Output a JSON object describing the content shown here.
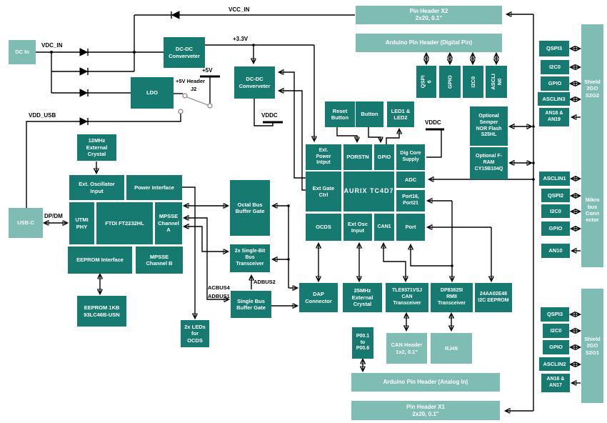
{
  "colors": {
    "block_dark": "#177a70",
    "block_light": "#7fbcb4",
    "wire": "#000000",
    "switch_gray": "#a5a5a5",
    "text_on_block": "#ffffff",
    "net_label": "#000000"
  },
  "net_labels": {
    "vcc_in": "VCC_IN",
    "vdc_in": "VDC_IN",
    "vdd_usb": "VDD_USB",
    "p5v": "+5V",
    "p5v_header": "+5V Header",
    "j2": "J2",
    "p3v3": "+3.3V",
    "vddc1": "VDDC",
    "vddc2": "VDDC",
    "dp_dm": "DP/DM",
    "acbus4": "ACBUS4",
    "adbus1": "ADBUS1",
    "adbus2": "ADBUS2"
  },
  "blocks": {
    "dc_in": {
      "label": "DC In"
    },
    "usb_c": {
      "label": "USB-C"
    },
    "pin_header_x2": {
      "label": "Pin Header X2\n2x20, 0.1\""
    },
    "arduino_digital": {
      "label": "Arduino Pin Header (Digital Pin)"
    },
    "shield_s2g2": {
      "label": "Shield\n2GO\nS2G2"
    },
    "mikrobus": {
      "label": "Mikro\nbus\nConn\nector"
    },
    "shield_s2g1": {
      "label": "Shield\n2GO\nS2G1"
    },
    "can_header": {
      "label": "CAN Header\n1x2, 0.1\""
    },
    "rj45": {
      "label": "RJ45"
    },
    "arduino_analog": {
      "label": "Arduino Pin Header (Analog In)"
    },
    "pin_header_x1": {
      "label": "Pin Header X1\n2x20, 0.1\""
    },
    "dcdc1": {
      "label": "DC-DC\nConverveter"
    },
    "ldo": {
      "label": "LDO"
    },
    "dcdc2": {
      "label": "DC-DC\nConverveter"
    },
    "crystal12": {
      "label": "12MHz\nExternal\nCrystal"
    },
    "ext_oscillator_input": {
      "label": "Ext. Oscillator\nInput"
    },
    "power_interface": {
      "label": "Power Interface"
    },
    "utmi_phy": {
      "label": "UTMI\nPHY"
    },
    "ftdi": {
      "label": "FTDI FT2232HL"
    },
    "mpsse_a": {
      "label": "MPSSE\nChannel\nA"
    },
    "eeprom_interface": {
      "label": "EEPROM Interface"
    },
    "mpsse_b": {
      "label": "MPSSE\nChannel B"
    },
    "eeprom_1kb": {
      "label": "EEPROM 1KB\n93LC46B-USN"
    },
    "leds_ocds": {
      "label": "2x LEDs\nfor\nOCDS"
    },
    "octal_bus": {
      "label": "Octal Bus\nBuffer Gate"
    },
    "sb_transceiver": {
      "label": "2x Single-Bit\nBus\nTransceiver"
    },
    "single_bus": {
      "label": "Single Bus\nBuffer Gate"
    },
    "ext_power": {
      "label": "Ext.\nPower\nIntput"
    },
    "porstn": {
      "label": "PORSTN"
    },
    "gpio_top": {
      "label": "GPIO"
    },
    "dig_core": {
      "label": "Dig Core\nSupply"
    },
    "ext_gate": {
      "label": "Ext Gate\nCtrl"
    },
    "aurix": {
      "label": "AURIX  TC4D7"
    },
    "adc": {
      "label": "ADC"
    },
    "port16": {
      "label": "Port16,\nPort21"
    },
    "ocds": {
      "label": "OCDS"
    },
    "ext_osc_input": {
      "label": "Ext Osc\nInput"
    },
    "can1": {
      "label": "CAN1"
    },
    "port": {
      "label": "Port"
    },
    "reset_button": {
      "label": "Reset\nButton"
    },
    "button": {
      "label": "Button"
    },
    "led12": {
      "label": "LED1 &\nLED2"
    },
    "semper": {
      "label": "Optional\nSemper\nNOR Flash\nS25HL"
    },
    "fram": {
      "label": "Optional F-\nRAM\nCY15B104Q"
    },
    "qspi6": {
      "label": "QSPI\n6"
    },
    "gpio_hdr": {
      "label": "GPIO"
    },
    "i2c0_hdr": {
      "label": "I2C0"
    },
    "asclin0": {
      "label": "ASCLI\nN0"
    },
    "dap": {
      "label": "DAP\nConnector"
    },
    "crystal25": {
      "label": "25MHz\nExternal\nCrystal"
    },
    "tle9371": {
      "label": "TLE9371VSJ\nCAN\nTransceiver"
    },
    "dp83825": {
      "label": "DP83825I\nRMII\nTransceiver"
    },
    "eeprom24": {
      "label": "24AA02E48\nI2C EEPROM"
    },
    "p00": {
      "label": "P00.1\nto\nP00.6"
    },
    "qspi3_a": {
      "label": "QSPI3"
    },
    "i2c0_a": {
      "label": "I2C0"
    },
    "gpio_a": {
      "label": "GPIO"
    },
    "asclin3": {
      "label": "ASCLIN3"
    },
    "an1819": {
      "label": "AN18 &\nAN19"
    },
    "asclin1": {
      "label": "ASCLIN1"
    },
    "qspi2": {
      "label": "QSPI2"
    },
    "i2c0_b": {
      "label": "I2C0"
    },
    "gpio_b": {
      "label": "GPIO"
    },
    "an10": {
      "label": "AN10"
    },
    "qspi3_b": {
      "label": "QSPI3"
    },
    "i2c0_c": {
      "label": "I2C0"
    },
    "gpio_c": {
      "label": "GPIO"
    },
    "asclin2": {
      "label": "ASCLIN2"
    },
    "an1617": {
      "label": "AN16 &\nAN17"
    }
  }
}
